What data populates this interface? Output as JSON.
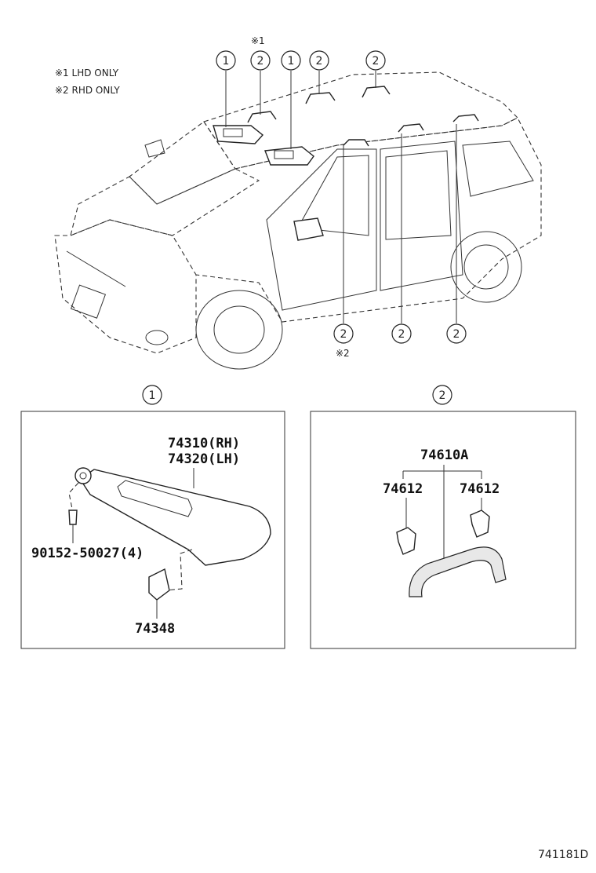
{
  "notes": {
    "lhd": "※1 LHD ONLY",
    "rhd": "※2 RHD ONLY",
    "mark1": "※1",
    "mark2": "※2"
  },
  "callouts": {
    "one": "1",
    "two": "2"
  },
  "panel1": {
    "part_rh": "74310(RH)",
    "part_lh": "74320(LH)",
    "screw": "90152-50027(4)",
    "clip": "74348"
  },
  "panel2": {
    "assembly": "74610A",
    "cap_left": "74612",
    "cap_right": "74612"
  },
  "footer": {
    "diagram_code": "741181D"
  }
}
